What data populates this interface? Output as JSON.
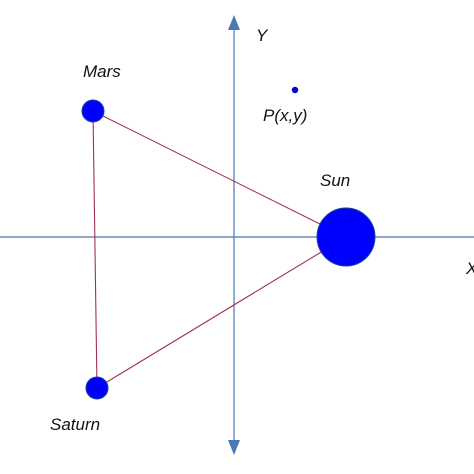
{
  "diagram": {
    "axes": {
      "x_label": "X",
      "y_label": "Y",
      "color": "#4a78b0"
    },
    "bodies": [
      {
        "id": "mars",
        "label": "Mars"
      },
      {
        "id": "saturn",
        "label": "Saturn"
      },
      {
        "id": "sun",
        "label": "Sun"
      }
    ],
    "point": {
      "label": "P(x,y)"
    },
    "colors": {
      "body_fill": "#0000ff",
      "body_stroke": "#1a3fa0",
      "triangle_stroke": "#a0305a"
    }
  }
}
